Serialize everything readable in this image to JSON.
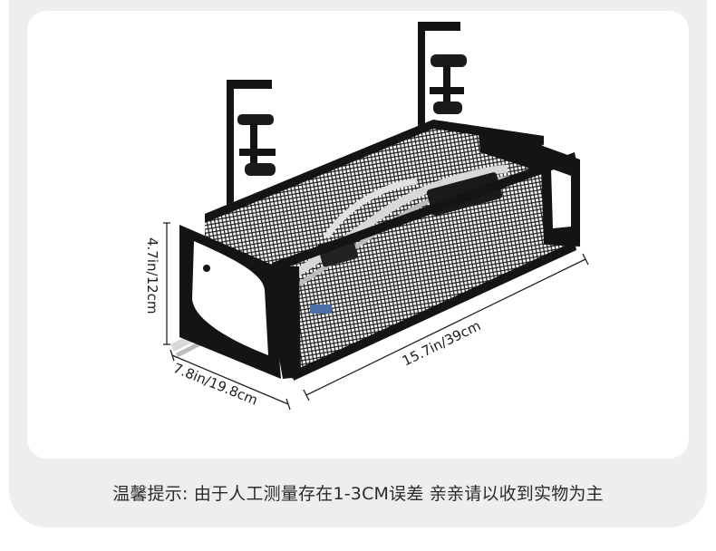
{
  "dimensions": {
    "height": "4.7in/12cm",
    "width": "7.8in/19.8cm",
    "length": "15.7in/39cm"
  },
  "notice": {
    "label": "温馨提示:",
    "text": "由于人工测量存在1-3CM误差 亲亲请以收到实物为主"
  },
  "colors": {
    "background": "#efeeec",
    "card": "#ffffff",
    "metal": "#141414"
  }
}
